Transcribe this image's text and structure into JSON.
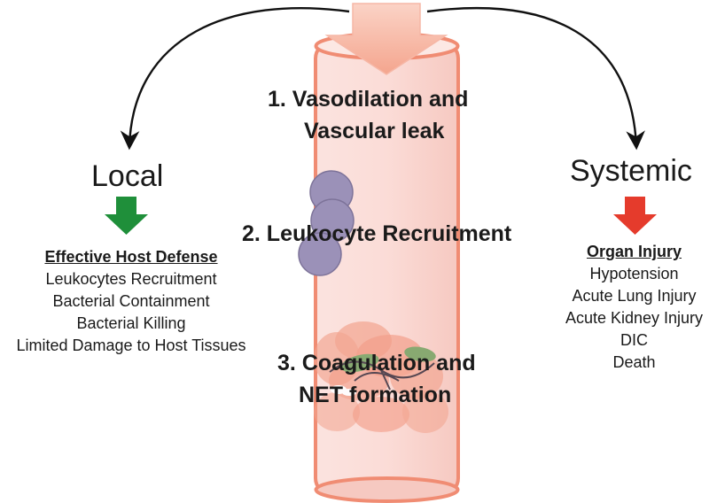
{
  "steps": {
    "step1_line1": "1.  Vasodilation and",
    "step1_line2": "Vascular leak",
    "step2": "2. Leukocyte Recruitment",
    "step3_line1": "3. Coagulation and",
    "step3_line2": "NET formation"
  },
  "local": {
    "heading": "Local",
    "arrow_color": "#1f8f3a",
    "list_title": "Effective Host Defense",
    "items": [
      "Leukocytes Recruitment",
      "Bacterial Containment",
      "Bacterial Killing",
      "Limited Damage to Host Tissues"
    ]
  },
  "systemic": {
    "heading": "Systemic",
    "arrow_color": "#e53b2c",
    "list_title": "Organ Injury",
    "items": [
      "Hypotension",
      "Acute Lung Injury",
      "Acute Kidney Injury",
      "DIC",
      "Death"
    ]
  },
  "colors": {
    "vessel_fill": "#f9d4cf",
    "vessel_stroke": "#f08c73",
    "leukocyte": "#9b91b8",
    "clot": "#f2a38d",
    "net_green": "#7fa66a"
  }
}
